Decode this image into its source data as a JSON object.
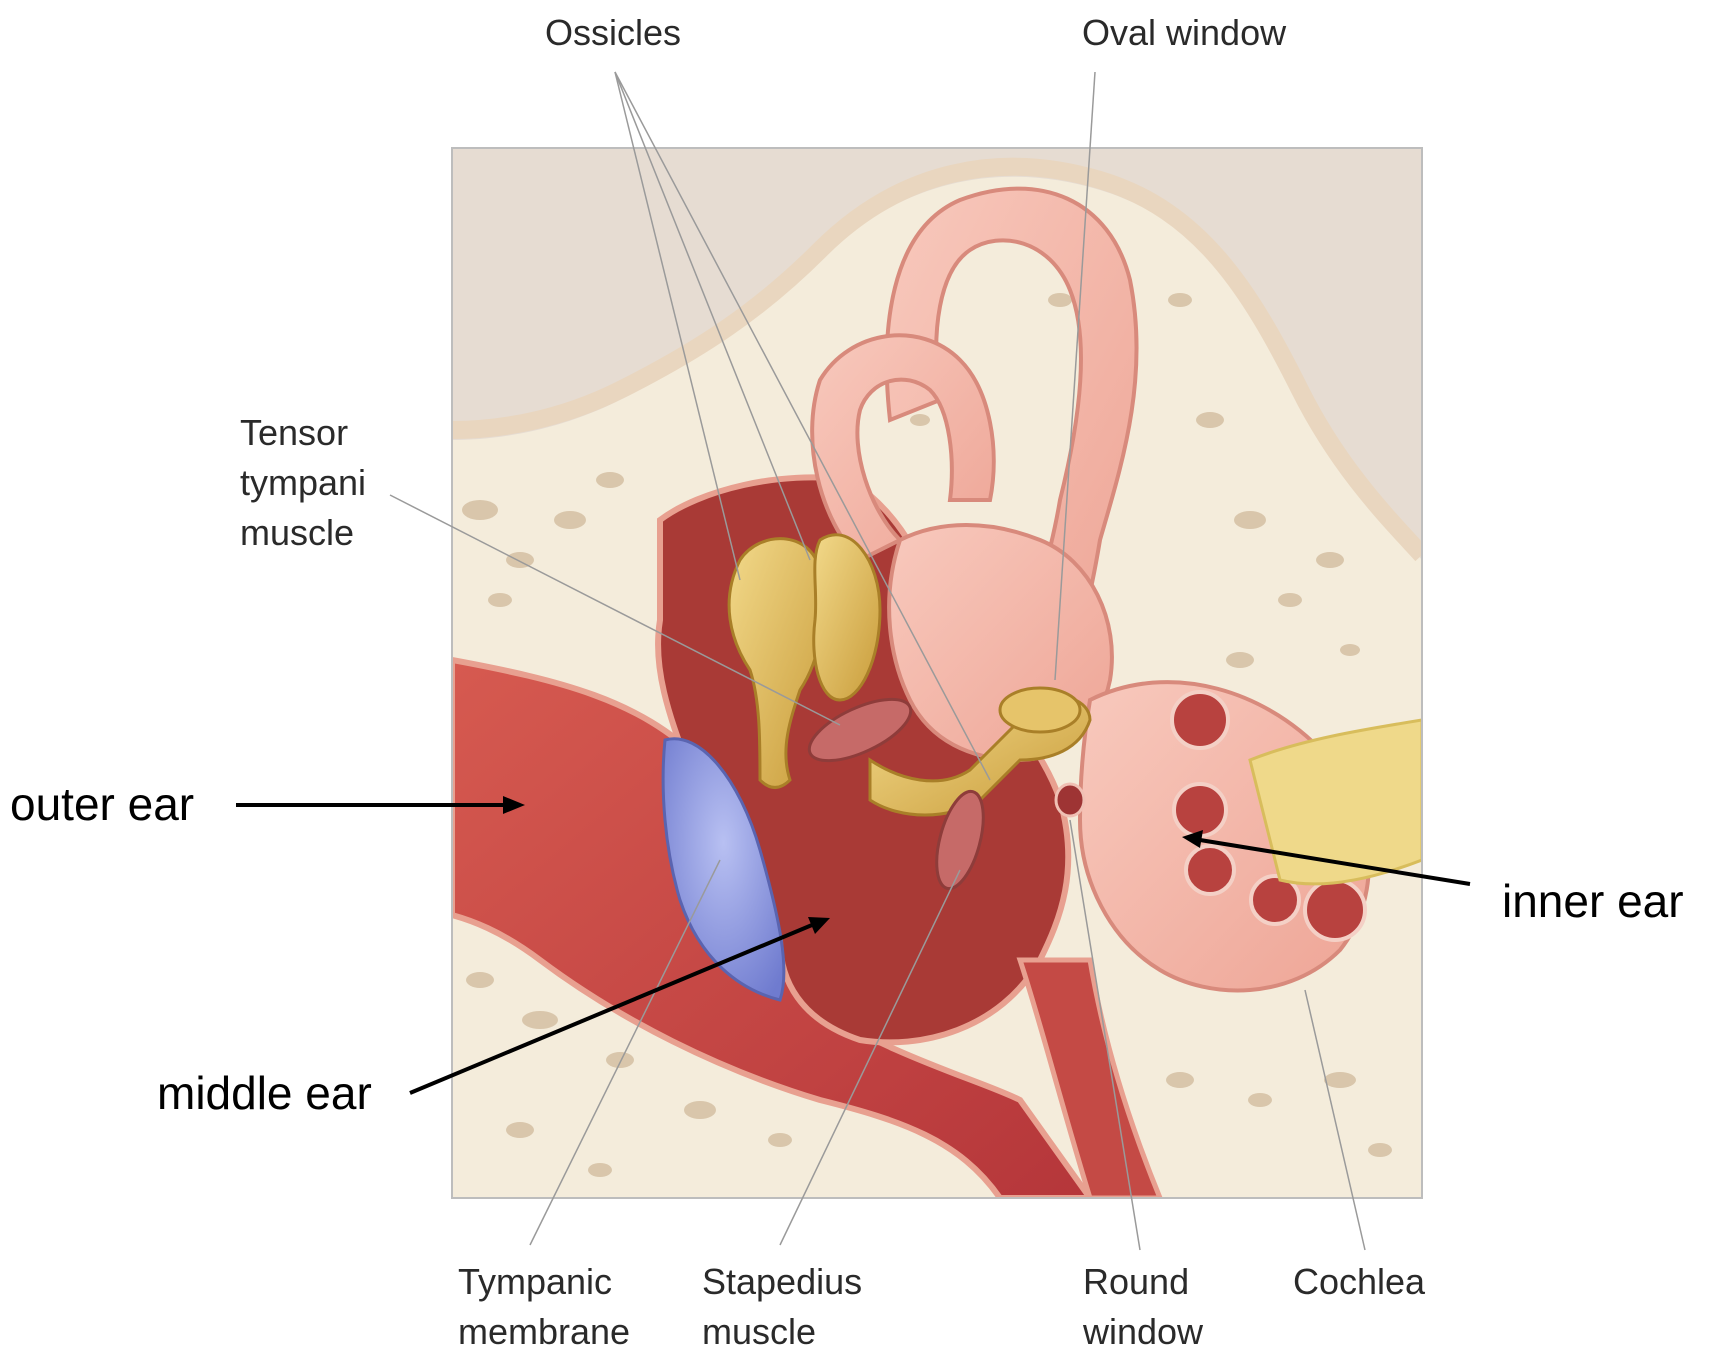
{
  "labels": {
    "ossicles": "Ossicles",
    "oval_window": "Oval window",
    "tensor_tympani": [
      "Tensor",
      "tympani",
      "muscle"
    ],
    "tympanic_membrane": [
      "Tympanic",
      "membrane"
    ],
    "stapedius_muscle": [
      "Stapedius",
      "muscle"
    ],
    "round_window": [
      "Round",
      "window"
    ],
    "cochlea": "Cochlea"
  },
  "regions": {
    "outer_ear": "outer ear",
    "middle_ear": "middle ear",
    "inner_ear": "inner ear"
  },
  "colors": {
    "bone": "#f3ead8",
    "bone_spot": "#d8c8b0",
    "canal": "#c9433f",
    "cavity": "#a83a37",
    "labyrinth": "#f2b4a8",
    "ossicle": "#dbb85a",
    "membrane": "#8a95db",
    "nerve": "#efd98a"
  }
}
